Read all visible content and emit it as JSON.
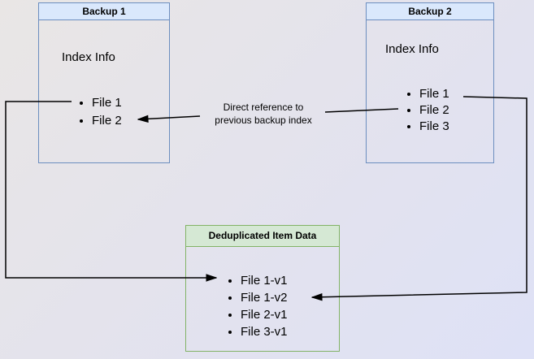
{
  "colors": {
    "box_blue_border": "#6c8ebf",
    "box_blue_fill": "#dae8fc",
    "box_green_border": "#82b366",
    "box_green_fill": "#d5e8d4",
    "line": "#000000"
  },
  "backup1": {
    "title": "Backup 1",
    "section": "Index Info",
    "files": [
      "File 1",
      "File 2"
    ]
  },
  "backup2": {
    "title": "Backup 2",
    "section": "Index Info",
    "files": [
      "File 1",
      "File 2",
      "File 3"
    ]
  },
  "dedup": {
    "title": "Deduplicated Item Data",
    "files": [
      "File 1-v1",
      "File 1-v2",
      "File 2-v1",
      "File 3-v1"
    ]
  },
  "annotation": {
    "line1": "Direct reference to",
    "line2": "previous backup index"
  }
}
